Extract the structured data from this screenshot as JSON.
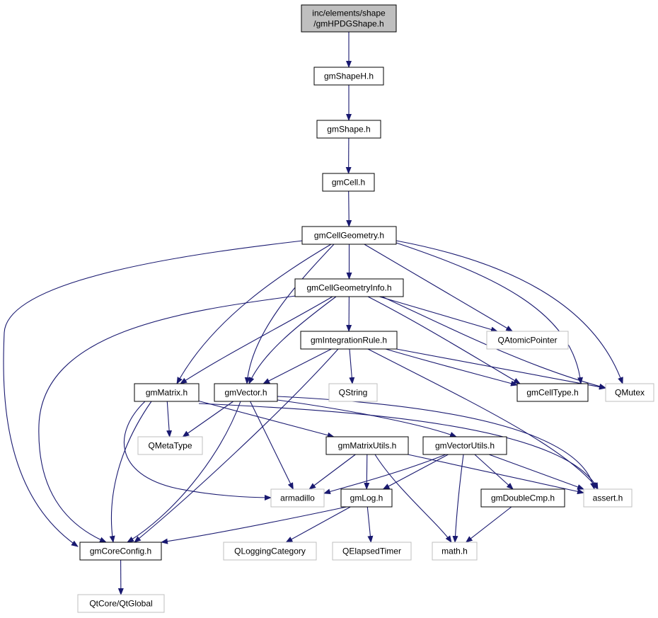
{
  "colors": {
    "edge": "#191970",
    "root_fill": "#bfbfbf",
    "node_border": "#000000",
    "external_border": "#bfbfbf",
    "text": "#000000",
    "external_text": "#000000"
  },
  "nodes": {
    "root": {
      "lines": [
        "inc/elements/shape",
        "/gmHPDGShape.h"
      ],
      "kind": "root"
    },
    "shapeH": {
      "lines": [
        "gmShapeH.h"
      ],
      "kind": "header"
    },
    "shape": {
      "lines": [
        "gmShape.h"
      ],
      "kind": "header"
    },
    "cell": {
      "lines": [
        "gmCell.h"
      ],
      "kind": "header"
    },
    "cellGeom": {
      "lines": [
        "gmCellGeometry.h"
      ],
      "kind": "header"
    },
    "cellGeomInfo": {
      "lines": [
        "gmCellGeometryInfo.h"
      ],
      "kind": "header"
    },
    "atomicPtr": {
      "lines": [
        "QAtomicPointer"
      ],
      "kind": "external"
    },
    "intRule": {
      "lines": [
        "gmIntegrationRule.h"
      ],
      "kind": "header"
    },
    "qstring": {
      "lines": [
        "QString"
      ],
      "kind": "external"
    },
    "cellType": {
      "lines": [
        "gmCellType.h"
      ],
      "kind": "header"
    },
    "qmutex": {
      "lines": [
        "QMutex"
      ],
      "kind": "external"
    },
    "matrix": {
      "lines": [
        "gmMatrix.h"
      ],
      "kind": "header"
    },
    "vector": {
      "lines": [
        "gmVector.h"
      ],
      "kind": "header"
    },
    "metaType": {
      "lines": [
        "QMetaType"
      ],
      "kind": "external"
    },
    "matrixUtils": {
      "lines": [
        "gmMatrixUtils.h"
      ],
      "kind": "header"
    },
    "vectorUtils": {
      "lines": [
        "gmVectorUtils.h"
      ],
      "kind": "header"
    },
    "armadillo": {
      "lines": [
        "armadillo"
      ],
      "kind": "external"
    },
    "log": {
      "lines": [
        "gmLog.h"
      ],
      "kind": "header"
    },
    "doubleCmp": {
      "lines": [
        "gmDoubleCmp.h"
      ],
      "kind": "header"
    },
    "assert": {
      "lines": [
        "assert.h"
      ],
      "kind": "external"
    },
    "coreConfig": {
      "lines": [
        "gmCoreConfig.h"
      ],
      "kind": "header"
    },
    "loggingCat": {
      "lines": [
        "QLoggingCategory"
      ],
      "kind": "external"
    },
    "elapsedTimer": {
      "lines": [
        "QElapsedTimer"
      ],
      "kind": "external"
    },
    "math": {
      "lines": [
        "math.h"
      ],
      "kind": "external"
    },
    "qtGlobal": {
      "lines": [
        "QtCore/QtGlobal"
      ],
      "kind": "external"
    }
  },
  "edges": [
    [
      "root",
      "shapeH"
    ],
    [
      "shapeH",
      "shape"
    ],
    [
      "shape",
      "cell"
    ],
    [
      "cell",
      "cellGeom"
    ],
    [
      "cellGeom",
      "cellGeomInfo"
    ],
    [
      "cellGeom",
      "coreConfig"
    ],
    [
      "cellGeom",
      "matrix"
    ],
    [
      "cellGeom",
      "vector"
    ],
    [
      "cellGeom",
      "atomicPtr"
    ],
    [
      "cellGeom",
      "cellType"
    ],
    [
      "cellGeom",
      "qmutex"
    ],
    [
      "cellGeomInfo",
      "intRule"
    ],
    [
      "cellGeomInfo",
      "coreConfig"
    ],
    [
      "cellGeomInfo",
      "matrix"
    ],
    [
      "cellGeomInfo",
      "vector"
    ],
    [
      "cellGeomInfo",
      "atomicPtr"
    ],
    [
      "cellGeomInfo",
      "cellType"
    ],
    [
      "cellGeomInfo",
      "qmutex"
    ],
    [
      "intRule",
      "qstring"
    ],
    [
      "intRule",
      "vector"
    ],
    [
      "intRule",
      "coreConfig"
    ],
    [
      "intRule",
      "cellType"
    ],
    [
      "intRule",
      "qmutex"
    ],
    [
      "intRule",
      "assert"
    ],
    [
      "matrix",
      "metaType"
    ],
    [
      "matrix",
      "coreConfig"
    ],
    [
      "matrix",
      "armadillo"
    ],
    [
      "matrix",
      "matrixUtils"
    ],
    [
      "matrix",
      "assert"
    ],
    [
      "vector",
      "metaType"
    ],
    [
      "vector",
      "coreConfig"
    ],
    [
      "vector",
      "armadillo"
    ],
    [
      "vector",
      "vectorUtils"
    ],
    [
      "vector",
      "assert"
    ],
    [
      "matrixUtils",
      "armadillo"
    ],
    [
      "matrixUtils",
      "log"
    ],
    [
      "matrixUtils",
      "math"
    ],
    [
      "matrixUtils",
      "assert"
    ],
    [
      "vectorUtils",
      "armadillo"
    ],
    [
      "vectorUtils",
      "log"
    ],
    [
      "vectorUtils",
      "math"
    ],
    [
      "vectorUtils",
      "doubleCmp"
    ],
    [
      "vectorUtils",
      "assert"
    ],
    [
      "log",
      "coreConfig"
    ],
    [
      "log",
      "loggingCat"
    ],
    [
      "log",
      "elapsedTimer"
    ],
    [
      "doubleCmp",
      "math"
    ],
    [
      "coreConfig",
      "qtGlobal"
    ]
  ]
}
